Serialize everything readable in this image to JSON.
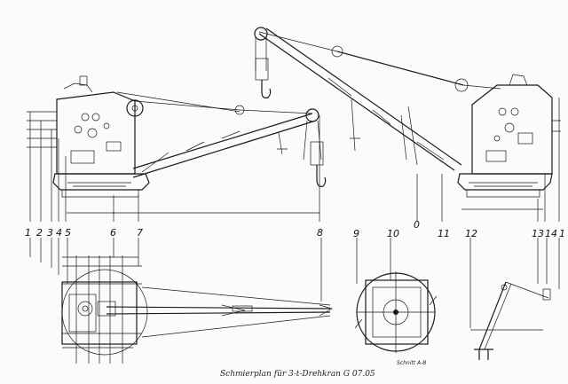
{
  "caption": "Schmierplan für 3-t-Drehkran G 07.05",
  "section_label": "Schnitt A-B",
  "callouts": [
    {
      "id": "1",
      "text": "1"
    },
    {
      "id": "2",
      "text": "2"
    },
    {
      "id": "3",
      "text": "3"
    },
    {
      "id": "4",
      "text": "4"
    },
    {
      "id": "5",
      "text": "5"
    },
    {
      "id": "6",
      "text": "6"
    },
    {
      "id": "7",
      "text": "7"
    },
    {
      "id": "8",
      "text": "8"
    },
    {
      "id": "9",
      "text": "9"
    },
    {
      "id": "10",
      "text": "10"
    },
    {
      "id": "0",
      "text": "0"
    },
    {
      "id": "11",
      "text": "11"
    },
    {
      "id": "12",
      "text": "12"
    },
    {
      "id": "13",
      "text": "13"
    },
    {
      "id": "14",
      "text": "14"
    },
    {
      "id": "1b",
      "text": "1"
    }
  ]
}
